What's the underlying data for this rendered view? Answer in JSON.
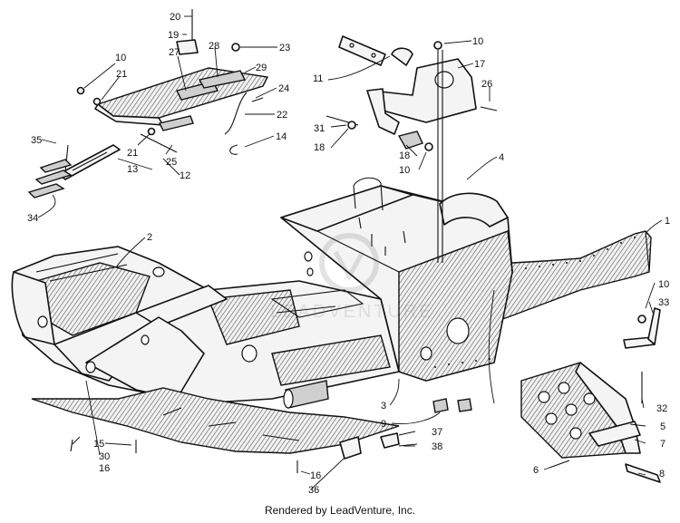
{
  "watermark": {
    "text": "LEADVENTURE"
  },
  "footer": {
    "text": "Rendered by LeadVenture, Inc."
  },
  "callouts": [
    {
      "id": "c20",
      "label": "20"
    },
    {
      "id": "c19",
      "label": "19"
    },
    {
      "id": "c27",
      "label": "27"
    },
    {
      "id": "c28",
      "label": "28"
    },
    {
      "id": "c23",
      "label": "23"
    },
    {
      "id": "c10a",
      "label": "10"
    },
    {
      "id": "c21a",
      "label": "21"
    },
    {
      "id": "c29",
      "label": "29"
    },
    {
      "id": "c24",
      "label": "24"
    },
    {
      "id": "c22",
      "label": "22"
    },
    {
      "id": "c14",
      "label": "14"
    },
    {
      "id": "c35",
      "label": "35"
    },
    {
      "id": "c21b",
      "label": "21"
    },
    {
      "id": "c25",
      "label": "25"
    },
    {
      "id": "c13",
      "label": "13"
    },
    {
      "id": "c12",
      "label": "12"
    },
    {
      "id": "c34",
      "label": "34"
    },
    {
      "id": "c10b",
      "label": "10"
    },
    {
      "id": "c11",
      "label": "11"
    },
    {
      "id": "c17",
      "label": "17"
    },
    {
      "id": "c26",
      "label": "26"
    },
    {
      "id": "c31",
      "label": "31"
    },
    {
      "id": "c18a",
      "label": "18"
    },
    {
      "id": "c18b",
      "label": "18"
    },
    {
      "id": "c10c",
      "label": "10"
    },
    {
      "id": "c4",
      "label": "4"
    },
    {
      "id": "c2",
      "label": "2"
    },
    {
      "id": "c1",
      "label": "1"
    },
    {
      "id": "c10d",
      "label": "10"
    },
    {
      "id": "c33",
      "label": "33"
    },
    {
      "id": "c3",
      "label": "3"
    },
    {
      "id": "c9",
      "label": "9"
    },
    {
      "id": "c32",
      "label": "32"
    },
    {
      "id": "c5",
      "label": "5"
    },
    {
      "id": "c7",
      "label": "7"
    },
    {
      "id": "c37",
      "label": "37"
    },
    {
      "id": "c38",
      "label": "38"
    },
    {
      "id": "c15",
      "label": "15"
    },
    {
      "id": "c30",
      "label": "30"
    },
    {
      "id": "c16a",
      "label": "16"
    },
    {
      "id": "c6",
      "label": "6"
    },
    {
      "id": "c8",
      "label": "8"
    },
    {
      "id": "c16b",
      "label": "16"
    },
    {
      "id": "c36",
      "label": "36"
    }
  ]
}
